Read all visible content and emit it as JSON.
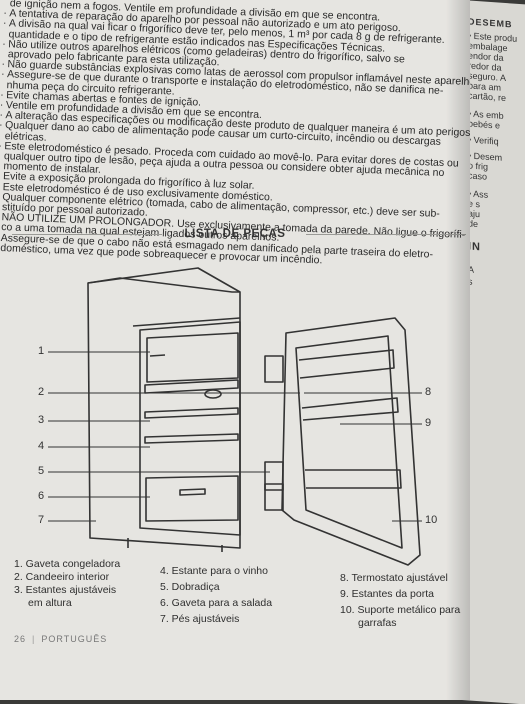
{
  "warnings": [
    {
      "text": "de ignição nem a fogos. Ventile em profundidade a divisão em que se encontra.",
      "cont": false
    },
    {
      "text": "A tentativa de reparação do aparelho por pessoal não autorizado e um ato perigoso.",
      "cont": false
    },
    {
      "text": "A divisão na qual vai ficar o frigorífico deve ter, pelo menos, 1 m³ por cada 8 g de refrigerante.",
      "cont": false
    },
    {
      "text": "quantidade e o tipo de refrigerante estão indicados nas Especificações Técnicas.",
      "cont": true
    },
    {
      "text": "Não utilize outros aparelhos elétricos (como geladeiras) dentro do frigorífico, salvo se",
      "cont": false
    },
    {
      "text": "aprovado pelo fabricante para esta utilização.",
      "cont": true
    },
    {
      "text": "Não guarde substâncias explosivas como latas de aerossol com propulsor inflamável neste aparelho.",
      "cont": false
    },
    {
      "text": "Assegure-se de que durante o transporte e instalação do eletrodoméstico, não se danifica ne-",
      "cont": false
    },
    {
      "text": "nhuma peça do circuito refrigerante.",
      "cont": true
    },
    {
      "text": "Evite chamas abertas e fontes de ignição.",
      "cont": false
    },
    {
      "text": "Ventile em profundidade a divisão em que se encontra.",
      "cont": false
    },
    {
      "text": "A alteração das especificações ou modificação deste produto de qualquer maneira é um ato perigoso.",
      "cont": false
    },
    {
      "text": "Qualquer dano ao cabo de alimentação pode causar um curto-circuito, incêndio ou descargas",
      "cont": false
    },
    {
      "text": "elétricas.",
      "cont": true
    },
    {
      "text": "Este eletrodoméstico é pesado. Proceda com cuidado ao movê-lo. Para evitar dores de costas ou",
      "cont": false
    },
    {
      "text": "qualquer outro tipo de lesão, peça ajuda a outra pessoa ou considere obter ajuda mecânica no",
      "cont": true
    },
    {
      "text": "momento de instalar.",
      "cont": true
    },
    {
      "text": "Evite a exposição prolongada do frigorífico à luz solar.",
      "cont": false
    },
    {
      "text": "Este eletrodoméstico é de uso exclusivamente doméstico.",
      "cont": false
    },
    {
      "text": "Qualquer componente elétrico (tomada, cabo de alimentação, compressor, etc.) deve ser sub-",
      "cont": false
    },
    {
      "text": "stituído por pessoal autorizado.",
      "cont": true
    },
    {
      "text": "NÃO UTILIZE UM PROLONGADOR. Use exclusivamente a tomada da parede. Não ligue o frigorífi-",
      "cont": false
    },
    {
      "text": "co a uma tomada na qual estejam ligados outros aparelhos.",
      "cont": true
    },
    {
      "text": "Assegure-se de que o cabo não está esmagado nem danificado pela parte traseira do eletro-",
      "cont": false
    },
    {
      "text": "doméstico, uma vez que pode sobreaquecer e provocar um incêndio.",
      "cont": true
    }
  ],
  "section_title": "LISTA DE PEÇAS",
  "callouts": [
    "1",
    "2",
    "3",
    "4",
    "5",
    "6",
    "7",
    "8",
    "9",
    "10"
  ],
  "parts_col1": [
    "1.  Gaveta congeladora",
    "2.  Candeeiro interior",
    "3.  Estantes ajustáveis",
    "em altura"
  ],
  "parts_col2": [
    "4.  Estante para o vinho",
    "5.  Dobradiça",
    "6.  Gaveta para a salada",
    "7.  Pés ajustáveis"
  ],
  "parts_col3": [
    "8.  Termostato ajustável",
    "9.  Estantes da porta",
    "10. Suporte metálico para",
    "garrafas"
  ],
  "footer": {
    "page": "26",
    "lang": "PORTUGUÊS"
  },
  "right_page": [
    "DESEMB",
    "• Este produ",
    "embalage",
    "endor da",
    "redor da",
    "seguro. A",
    "para am",
    "cartão, re",
    "• As emb",
    "bebés e",
    "• Verifiq",
    "• Desem",
    "o frig",
    "caso",
    "• Ass",
    "e s",
    "aju",
    "de",
    "IN",
    "A",
    "s"
  ]
}
